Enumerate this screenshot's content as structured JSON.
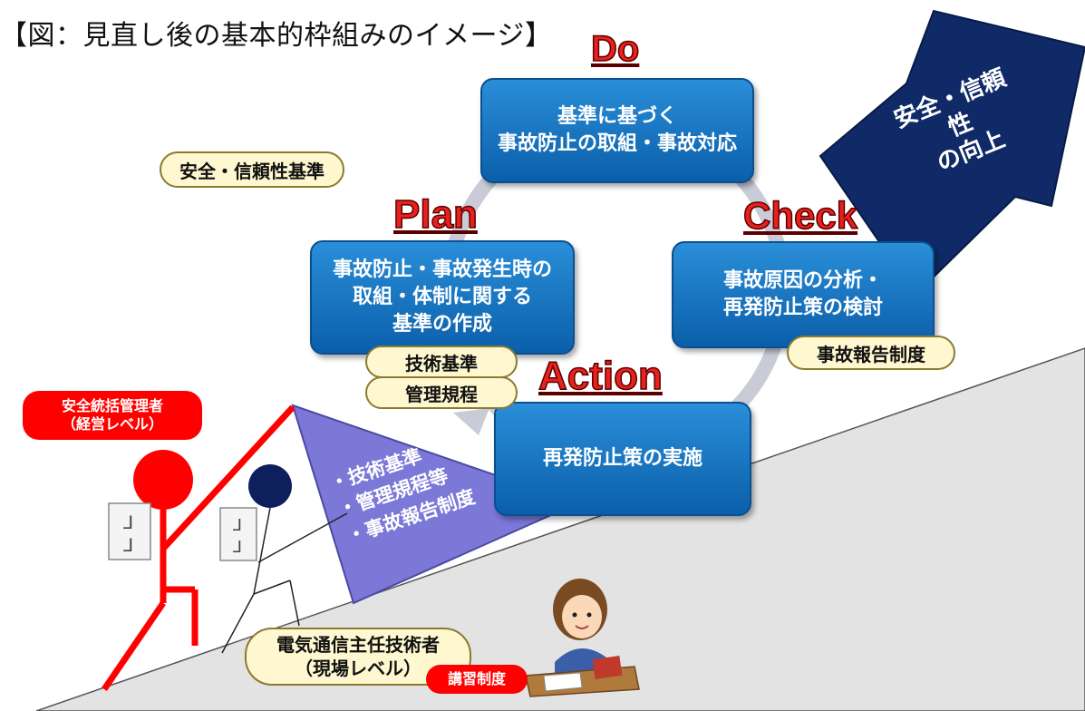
{
  "title": "【図：見直し後の基本的枠組みのイメージ】",
  "phases": {
    "do": {
      "label": "Do",
      "box": [
        "基準に基づく",
        "事故防止の取組・事故対応"
      ]
    },
    "plan": {
      "label": "Plan",
      "box": [
        "事故防止・事故発生時の",
        "取組・体制に関する",
        "基準の作成"
      ]
    },
    "check": {
      "label": "Check",
      "box": [
        "事故原因の分析・",
        "再発防止策の検討"
      ]
    },
    "action": {
      "label": "Action",
      "box": [
        "再発防止策の実施"
      ]
    }
  },
  "pills": {
    "safety_standard": "安全・信頼性基準",
    "tech_standard": "技術基準",
    "management_rules": "管理規程",
    "accident_report": "事故報告制度"
  },
  "arrow": [
    "安全・信頼性",
    "の向上"
  ],
  "rock": [
    "・技術基準",
    "・管理規程等",
    "・事故報告制度"
  ],
  "roles": {
    "manager": [
      "安全統括管理者",
      "（経営レベル）"
    ],
    "engineer": [
      "電気通信主任技術者",
      "（現場レベル）"
    ],
    "training": "講習制度"
  },
  "colors": {
    "box_blue": "#1671c4",
    "phase_red": "#e8211d",
    "arrow_navy": "#0f2a66",
    "rock_purple": "#7b78d8",
    "person_red": "#ff0000",
    "person_navy": "#0d1f5c",
    "pill_fill": "#fff7cf",
    "slope_gray": "#e3e3e3"
  }
}
